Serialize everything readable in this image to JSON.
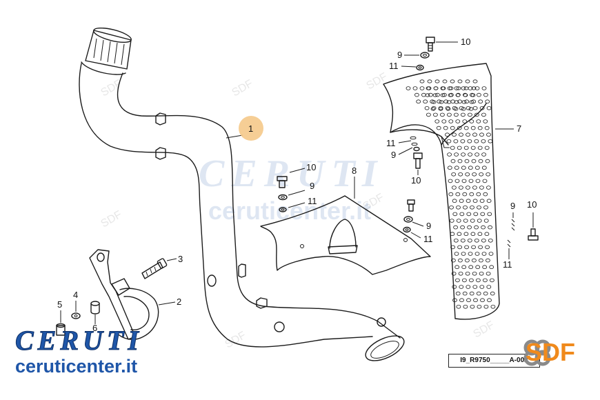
{
  "diagram": {
    "callouts": {
      "main_pipe": "1",
      "clamp": "2",
      "bolt_clamp": "3",
      "washer_clamp": "4",
      "screw_clamp": "5",
      "spacer_clamp": "6",
      "shield_large": "7",
      "shield_small": "8",
      "washer": "9",
      "screw": "10",
      "lock_washer": "11"
    },
    "highlight_color": "#f5c98a",
    "reference_code": "I9_R9750_____A-002"
  },
  "watermark": {
    "brand_text": "CERUTI",
    "url_text": "ceruticenter.it",
    "sdf_text": "SDF"
  },
  "branding": {
    "company_name": "CERUTI",
    "website": "ceruticenter.it",
    "maker_name": "SDF",
    "brand_color": "#1f56a8",
    "maker_color": "#f08a1c"
  }
}
